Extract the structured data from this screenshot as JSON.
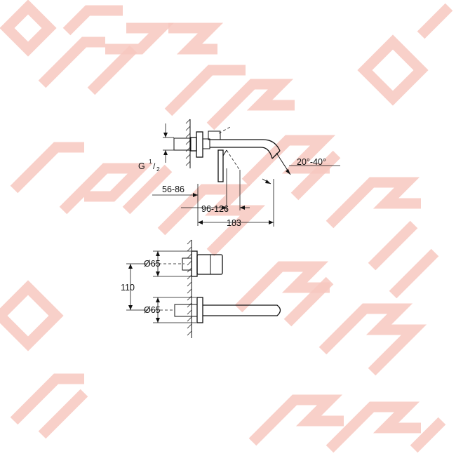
{
  "watermark": {
    "brand": "casis",
    "color": "#f7c8c0"
  },
  "dimensions": {
    "thread": "G",
    "thread_num": "1",
    "thread_den": "2",
    "wall_depth": "56-86",
    "lever_range": "96-126",
    "spout_length": "183",
    "spout_angle": "20°-40°",
    "diameter_top": "Ø65",
    "diameter_bottom": "Ø65",
    "center_distance": "110"
  },
  "colors": {
    "line": "#111111",
    "background": "#ffffff"
  }
}
